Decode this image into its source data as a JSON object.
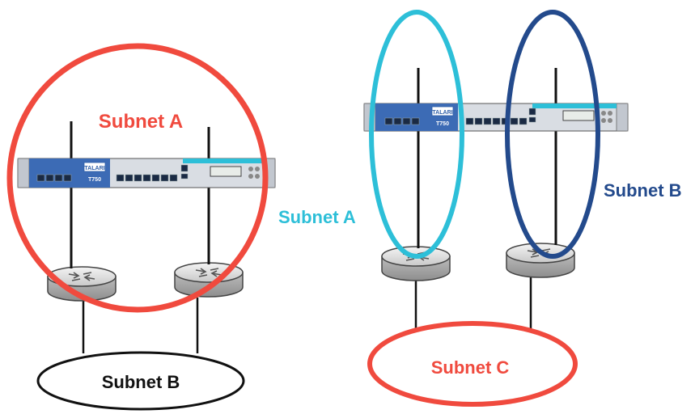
{
  "colors": {
    "red": "#f04a3e",
    "cyan": "#2dbfd8",
    "navy": "#234a8c",
    "black": "#111111",
    "appliance_blue": "#2f5fa8"
  },
  "left": {
    "subnet_a_label": "Subnet A",
    "subnet_b_label": "Subnet B",
    "appliance": {
      "brand": "TALARI",
      "model": "T750"
    }
  },
  "right": {
    "subnet_a_label": "Subnet A",
    "subnet_b_label": "Subnet B",
    "subnet_c_label": "Subnet C",
    "appliance": {
      "brand": "TALARI",
      "model": "T750"
    }
  },
  "icons": [
    "router-icon",
    "network-appliance-icon"
  ]
}
